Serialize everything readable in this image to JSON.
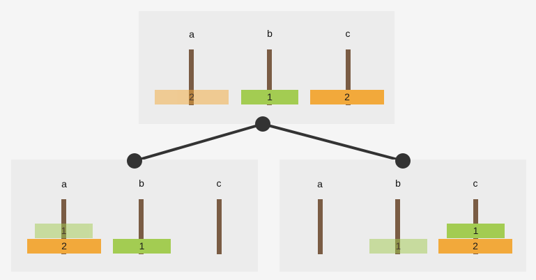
{
  "colors": {
    "background": "#f5f5f5",
    "panel": "#ececec",
    "pole": "#7a5c44",
    "disk_large": "#f2a93b",
    "disk_small": "#a3cc52",
    "edge": "#333333"
  },
  "states": {
    "root": {
      "pegs": [
        "a",
        "b",
        "c"
      ],
      "disks": [
        {
          "label": "2",
          "peg": "a",
          "faded": true
        },
        {
          "label": "1",
          "peg": "b",
          "faded": false
        },
        {
          "label": "2",
          "peg": "c",
          "faded": false
        }
      ]
    },
    "left": {
      "pegs": [
        "a",
        "b",
        "c"
      ],
      "disks": [
        {
          "label": "1",
          "peg": "a",
          "faded": true
        },
        {
          "label": "2",
          "peg": "a",
          "faded": false
        },
        {
          "label": "1",
          "peg": "b",
          "faded": false
        }
      ]
    },
    "right": {
      "pegs": [
        "a",
        "b",
        "c"
      ],
      "disks": [
        {
          "label": "1",
          "peg": "b",
          "faded": true
        },
        {
          "label": "1",
          "peg": "c",
          "faded": false
        },
        {
          "label": "2",
          "peg": "c",
          "faded": false
        }
      ]
    }
  }
}
